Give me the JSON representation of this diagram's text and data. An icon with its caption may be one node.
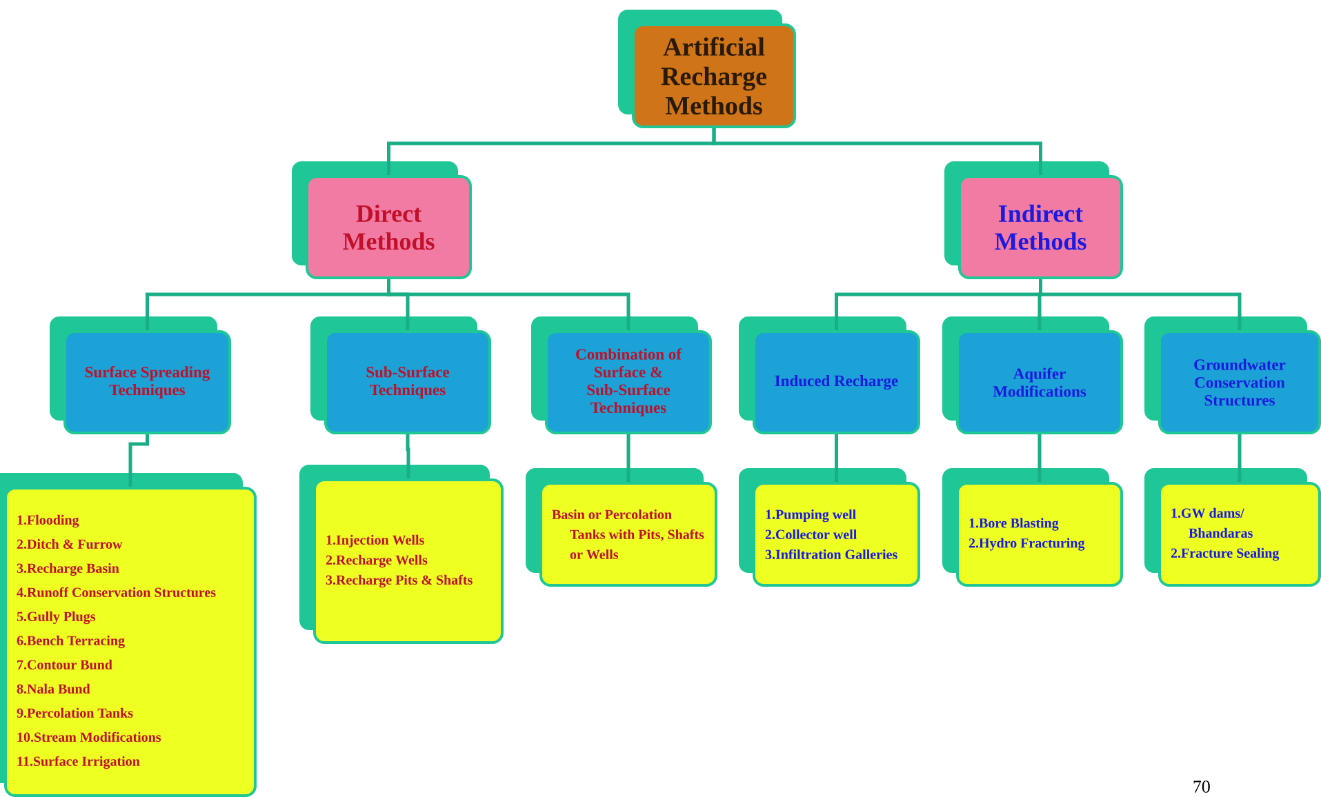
{
  "diagram": {
    "nodes": [
      {
        "text": [
          "Artificial Recharge Methods"
        ]
      },
      {
        "text": [
          "Direct Methods"
        ]
      },
      {
        "text": [
          "Indirect Methods"
        ]
      },
      {
        "text": [
          "Surface Spreading Techniques"
        ]
      },
      {
        "text": [
          "Sub-Surface Techniques"
        ]
      },
      {
        "text": [
          "Combination of Surface & Sub-Surface Techniques"
        ]
      },
      {
        "text": [
          "Induced Recharge"
        ]
      },
      {
        "text": [
          "Aquifer Modifications"
        ]
      },
      {
        "text": [
          "Groundwater Conservation Structures"
        ]
      },
      {
        "text": [
          "1.Flooding",
          "2.Ditch & Furrow",
          "3.Recharge Basin",
          "4.Runoff Conservation Structures",
          "5.Gully Plugs",
          "6.Bench Terracing",
          "7.Contour Bund",
          "8.Nala Bund",
          "9.Percolation Tanks",
          "10.Stream Modifications",
          "11.Surface Irrigation"
        ]
      },
      {
        "text": [
          "1.Injection Wells",
          "2.Recharge Wells",
          "3.Recharge Pits & Shafts"
        ]
      },
      {
        "text": [
          "Basin or Percolation Tanks with Pits, Shafts or Wells"
        ]
      },
      {
        "text": [
          "1.Pumping well",
          "2.Collector well",
          "3.Infiltration Galleries"
        ]
      },
      {
        "text": [
          "1.Bore Blasting",
          "2.Hydro Fracturing"
        ]
      },
      {
        "text": [
          "1.GW dams/ Bhandaras",
          "2.Fracture Sealing"
        ]
      }
    ],
    "edges": [
      {
        "from": 0,
        "to": 1,
        "arrow": "none"
      },
      {
        "from": 0,
        "to": 2,
        "arrow": "none"
      },
      {
        "from": 1,
        "to": 3,
        "arrow": "none"
      },
      {
        "from": 1,
        "to": 4,
        "arrow": "none"
      },
      {
        "from": 1,
        "to": 5,
        "arrow": "none"
      },
      {
        "from": 2,
        "to": 6,
        "arrow": "none"
      },
      {
        "from": 2,
        "to": 7,
        "arrow": "none"
      },
      {
        "from": 2,
        "to": 8,
        "arrow": "none"
      },
      {
        "from": 3,
        "to": 9,
        "arrow": "none"
      },
      {
        "from": 4,
        "to": 10,
        "arrow": "none"
      },
      {
        "from": 5,
        "to": 11,
        "arrow": "none"
      },
      {
        "from": 6,
        "to": 12,
        "arrow": "none"
      },
      {
        "from": 7,
        "to": 13,
        "arrow": "none"
      },
      {
        "from": 8,
        "to": 14,
        "arrow": "none"
      }
    ],
    "labels": [
      "70"
    ]
  }
}
